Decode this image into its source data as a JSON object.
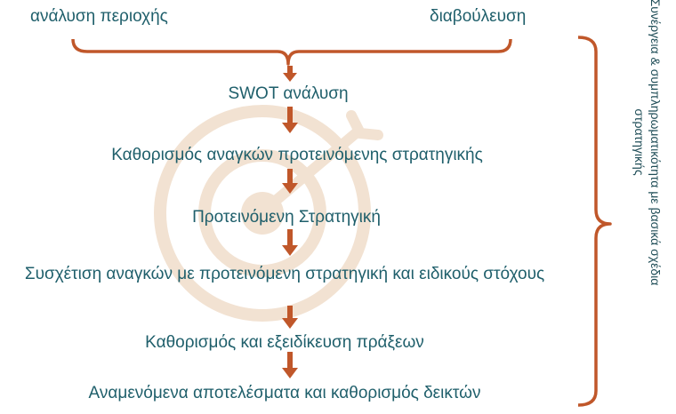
{
  "top": {
    "left_label": "ανάλυση περιοχής",
    "right_label": "διαβούλευση"
  },
  "steps": [
    "SWOT ανάλυση",
    "Καθορισμός αναγκών προτεινόμενης στρατηγικής",
    "Προτεινόμενη Στρατηγική",
    "Συσχέτιση αναγκών με προτεινόμενη στρατηγική και ειδικούς στόχους",
    "Καθορισμός και εξειδίκευση πράξεων",
    "Αναμενόμενα αποτελέσματα και καθορισμός δεικτών"
  ],
  "side_note": "Συνέργεια & συμπληρωματικότητα με βασικά σχέδια στρατηγικής",
  "colors": {
    "text": "#1f5f6b",
    "arrow": "#c0572a",
    "brace": "#c0572a",
    "watermark": "#f0dcc8"
  }
}
